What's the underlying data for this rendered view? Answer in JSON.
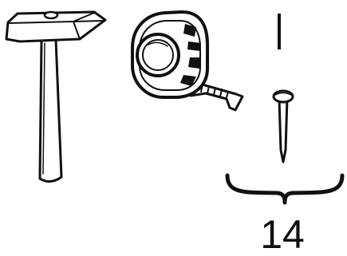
{
  "tools": [
    {
      "name": "hammer",
      "icon": "hammer-icon"
    },
    {
      "name": "measuring tape",
      "icon": "tape-measure-icon"
    }
  ],
  "parts": [
    {
      "icon": "nail-icon",
      "quantity": "14",
      "count_marker": "I"
    }
  ],
  "colors": {
    "line": "#111111",
    "fill": "#ffffff"
  }
}
